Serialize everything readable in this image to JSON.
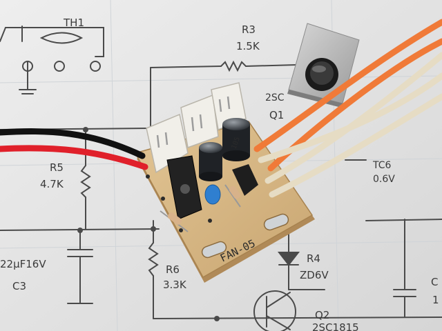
{
  "schematic": {
    "th1": "TH1",
    "r3_name": "R3",
    "r3_value": "1.5K",
    "q1_part": "2SC",
    "q1_name": "Q1",
    "r5_name": "R5",
    "r5_value": "4.7K",
    "c3_spec": "22μF16V",
    "c3_name": "C3",
    "r6_name": "R6",
    "r6_value": "3.3K",
    "r4_name": "R4",
    "zd_spec": "ZD6V",
    "q2_name": "Q2",
    "q2_part": "2SC1815",
    "tc_spec": "TC6",
    "tc_volt": "0.6V",
    "edge_c": "C",
    "edge_1": "1"
  },
  "board": {
    "label": "FAN-05",
    "cap_marking": "105"
  },
  "colors": {
    "paper": "#e6e6e6",
    "ink": "#4a4a4a",
    "pcb": "#d8b884",
    "wire_red": "#e0202a",
    "wire_black": "#111111",
    "wire_orange": "#f07a38",
    "wire_cream": "#e6dcc4"
  }
}
